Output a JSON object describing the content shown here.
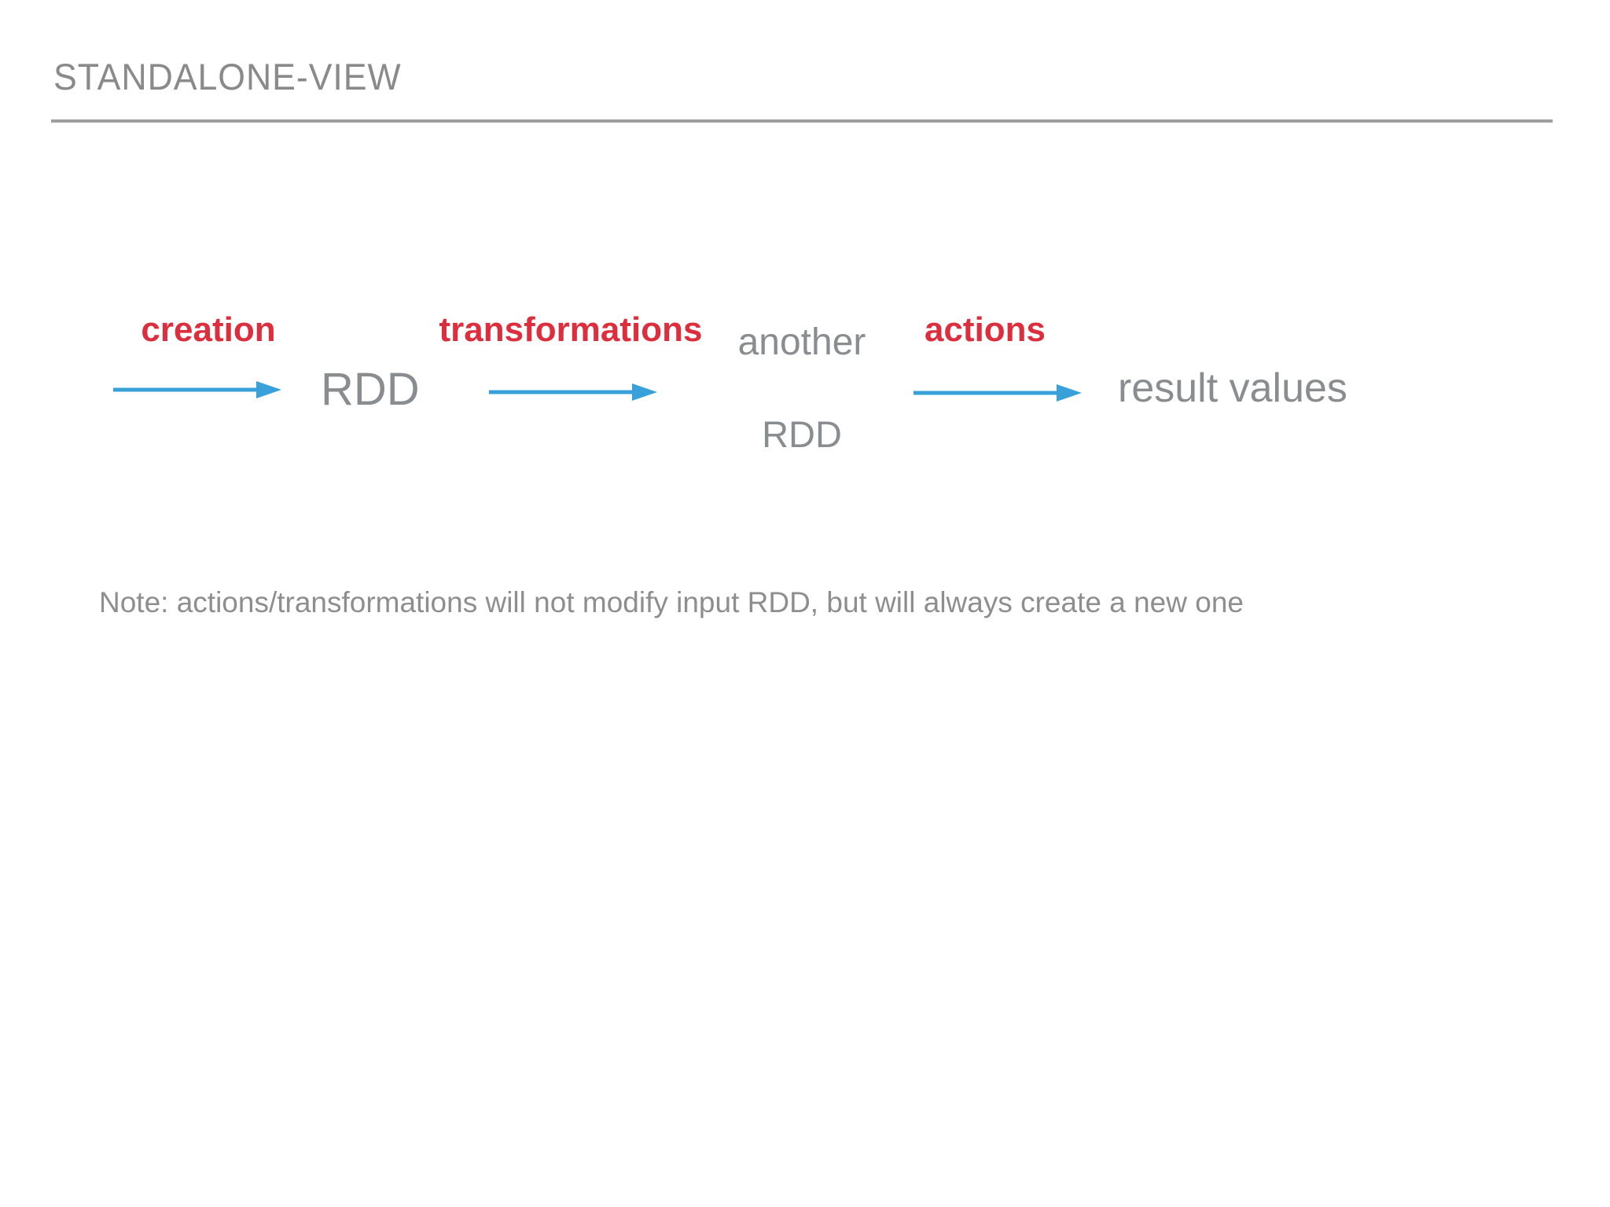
{
  "colors": {
    "bg": "#ffffff",
    "accent_red": "#dc2e3c",
    "arrow_blue": "#38a1da",
    "node_gray": "#8a8d90",
    "title_gray": "#8a8a8a",
    "note_gray": "#8e8e8e",
    "rule_gray": "#9e9e9e"
  },
  "header": {
    "title": "STANDALONE-VIEW"
  },
  "diagram": {
    "creation_label": "creation",
    "transformations_label": "transformations",
    "actions_label": "actions",
    "rdd_label": "RDD",
    "another_rdd_line1": "another",
    "another_rdd_line2": "RDD",
    "result_label": "result values"
  },
  "note": {
    "text": "Note: actions/transformations will not modify input RDD, but will always create a new one"
  }
}
